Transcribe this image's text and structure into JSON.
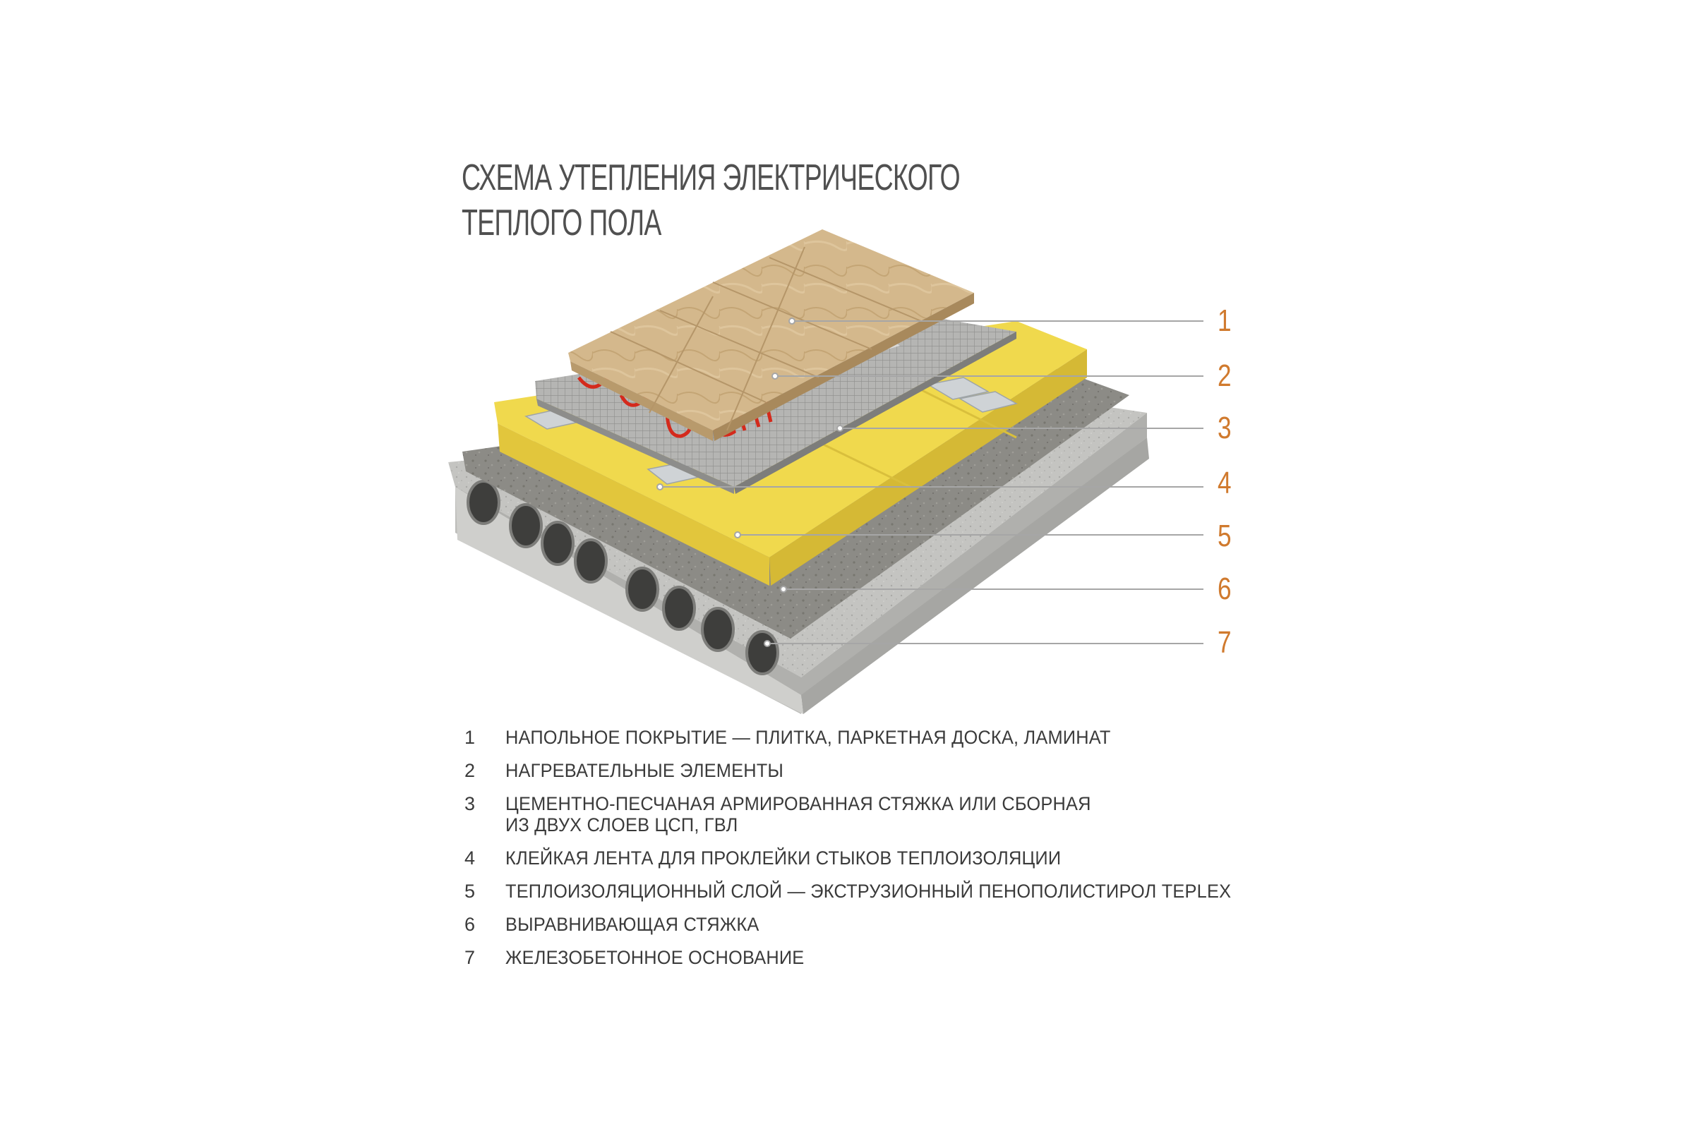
{
  "title": {
    "line1": "СХЕМА УТЕПЛЕНИЯ ЭЛЕКТРИЧЕСКОГО",
    "line2": "ТЕПЛОГО ПОЛА"
  },
  "callouts": [
    "1",
    "2",
    "3",
    "4",
    "5",
    "6",
    "7"
  ],
  "legend": [
    {
      "n": "1",
      "text": "НАПОЛЬНОЕ ПОКРЫТИЕ — ПЛИТКА, ПАРКЕТНАЯ ДОСКА, ЛАМИНАТ"
    },
    {
      "n": "2",
      "text": "НАГРЕВАТЕЛЬНЫЕ ЭЛЕМЕНТЫ"
    },
    {
      "n": "3",
      "text": "ЦЕМЕНТНО-ПЕСЧАНАЯ АРМИРОВАННАЯ СТЯЖКА ИЛИ СБОРНАЯ",
      "text2": "ИЗ ДВУХ СЛОЕВ ЦСП, ГВЛ"
    },
    {
      "n": "4",
      "text": "КЛЕЙКАЯ ЛЕНТА ДЛЯ ПРОКЛЕЙКИ СТЫКОВ ТЕПЛОИЗОЛЯЦИИ"
    },
    {
      "n": "5",
      "text": "ТЕПЛОИЗОЛЯЦИОННЫЙ СЛОЙ — ЭКСТРУЗИОННЫЙ ПЕНОПОЛИСТИРОЛ TEPLEX"
    },
    {
      "n": "6",
      "text": "ВЫРАВНИВАЮЩАЯ СТЯЖКА"
    },
    {
      "n": "7",
      "text": "ЖЕЛЕЗОБЕТОННОЕ ОСНОВАНИЕ"
    }
  ],
  "colors": {
    "callout_number": "#d07a2e",
    "leader_line": "#9a9a9a",
    "tile": "#d2b487",
    "insulation": "#f1dc4f",
    "screed": "#9a9a9a",
    "heating_cable": "#d42a1c",
    "concrete": "#c9c9c6"
  }
}
